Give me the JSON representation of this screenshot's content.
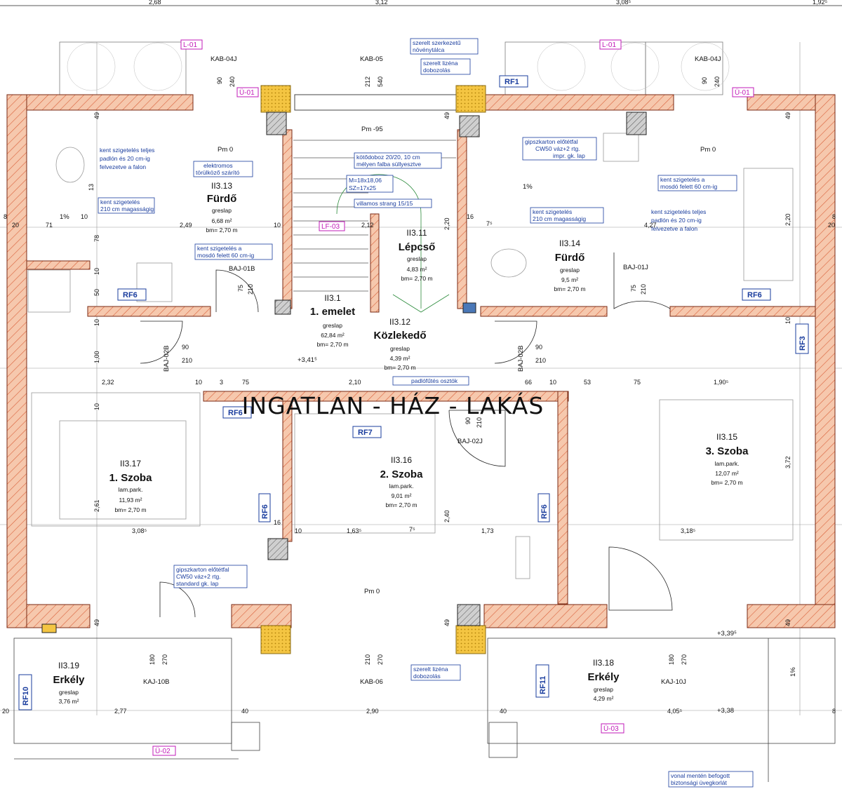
{
  "watermark": "INGATLAN - HÁZ - LAKÁS",
  "top_dims": [
    "2,68",
    "3,12",
    "3,08⁵",
    "1,92⁵"
  ],
  "rooms": {
    "r13": {
      "id": "II3.13",
      "name": "Fürdő",
      "floor": "greslap",
      "area": "6,68 m²",
      "height": "bm= 2,70 m"
    },
    "r11": {
      "id": "II3.11",
      "name": "Lépcső",
      "floor": "greslap",
      "area": "4,83 m²",
      "height": "bm= 2,70 m"
    },
    "r14": {
      "id": "II3.14",
      "name": "Fürdő",
      "floor": "greslap",
      "area": "9,5 m²",
      "height": "bm= 2,70 m"
    },
    "r1": {
      "id": "II3.1",
      "name": "1. emelet",
      "floor": "greslap",
      "area": "62,84 m²",
      "height": "bm= 2,70 m"
    },
    "r12": {
      "id": "II3.12",
      "name": "Közlekedő",
      "floor": "greslap",
      "area": "4,39 m²",
      "height": "bm= 2,70 m"
    },
    "r17": {
      "id": "II3.17",
      "name": "1. Szoba",
      "floor": "lam.park.",
      "area": "11,93 m²",
      "height": "bm= 2,70 m"
    },
    "r16": {
      "id": "II3.16",
      "name": "2. Szoba",
      "floor": "lam.park.",
      "area": "9,01 m²",
      "height": "bm= 2,70 m"
    },
    "r15": {
      "id": "II3.15",
      "name": "3. Szoba",
      "floor": "lam.park.",
      "area": "12,07 m²",
      "height": "bm= 2,70 m"
    },
    "r19": {
      "id": "II3.19",
      "name": "Erkély",
      "floor": "greslap",
      "area": "3,76 m²"
    },
    "r18": {
      "id": "II3.18",
      "name": "Erkély",
      "floor": "greslap",
      "area": "4,29 m²"
    }
  },
  "pink_tags": {
    "l01a": "L-01",
    "l01b": "L-01",
    "u01a": "Ü-01",
    "u01b": "Ü-01",
    "le03": "LF-03",
    "u02": "Ü-02",
    "u03": "Ü-03"
  },
  "rf_tags": {
    "rf1": "RF1",
    "rf6a": "RF6",
    "rf6b": "RF6",
    "rf7": "RF7",
    "rf6c": "RF6",
    "rf6d": "RF6",
    "rf3": "RF3",
    "rf10": "RF10",
    "rf11": "RF11",
    "rf6e": "RF6"
  },
  "codes": {
    "kab04j_l": "KAB-04J",
    "kab05": "KAB-05",
    "kab04j_r": "KAB-04J",
    "baj01b": "BAJ-01B",
    "baj01j": "BAJ-01J",
    "baj02b_l": "BAJ-02B",
    "baj02b_r": "BAJ-02B",
    "baj02j": "BAJ-02J",
    "kaj10b": "KAJ-10B",
    "kab06": "KAB-06",
    "kaj10j": "KAJ-10J",
    "pm0_a": "Pm 0",
    "pm95": "Pm -95",
    "pm0_b": "Pm 0",
    "pm0_c": "Pm 0",
    "lvl341": "+3,41⁵",
    "lvl339": "+3,39⁵",
    "lvl338": "+3,38",
    "slope1": "1%",
    "slope2": "1%",
    "slope3": "1%"
  },
  "notes": {
    "n1a": "szerelt szerkezetű",
    "n1b": "növénytálca",
    "n2a": "szerelt lizéna",
    "n2b": "dobozolás",
    "n3a": "kent szigetelés teljes",
    "n3b": "padlón és 20 cm-ig",
    "n3c": "felvezetve a falon",
    "n4a": "elektromos",
    "n4b": "törülköző szárító",
    "n5a": "kent szigetelés",
    "n5b": "210 cm magasságig",
    "n6a": "kent szigetelés a",
    "n6b": "mosdó felett 60 cm-ig",
    "n7a": "kötődoboz 20/20, 10 cm",
    "n7b": "mélyen falba süllyesztve",
    "n8a": "M=18x18,06",
    "n8b": "SZ=17x25",
    "n9": "villamos strang 15/15",
    "n10a": "gipszkarton előtétfal",
    "n10b": "CW50 váz+2 rtg.",
    "n10c": "impr. gk. lap",
    "n11a": "kent szigetelés a",
    "n11b": "mosdó felett 60 cm-ig",
    "n12a": "kent szigetelés",
    "n12b": "210 cm magasságig",
    "n13a": "kent szigetelés teljes",
    "n13b": "padlón és 20 cm-ig",
    "n13c": "felvezetve a falon",
    "n14": "padlófűtés osztók",
    "n15a": "gipszkarton előtétfal",
    "n15b": "CW50 váz+2 rtg.",
    "n15c": "standard gk. lap",
    "n16a": "szerelt lizéna",
    "n16b": "dobozolás",
    "n17a": "vonal mentén befogott",
    "n17b": "biztonsági üvegkorlát"
  },
  "dims": {
    "d_249": "2,49",
    "d_71": "71",
    "d_10a": "10",
    "d_20a": "20",
    "d_8a": "8",
    "d_212": "2,12",
    "d_10b": "10",
    "d_16a": "16",
    "d_75a": "7⁵",
    "d_427": "4,27",
    "d_8b": "8",
    "d_20b": "20",
    "d_232": "2,32",
    "d_10c": "10",
    "d_3": "3",
    "d_75b": "75",
    "d_210a": "2,10",
    "d_66": "66",
    "d_10d": "10",
    "d_53": "53",
    "d_75c": "75",
    "d_190": "1,90⁵",
    "d_308": "3,08⁵",
    "d_10e": "10",
    "d_163": "1,63⁵",
    "d_75d": "7⁵",
    "d_173": "1,73",
    "d_318": "3,18⁵",
    "d_277": "2,77",
    "d_40a": "40",
    "d_290": "2,90",
    "d_40b": "40",
    "d_405": "4,05⁵",
    "d_20c": "20",
    "d_8c": "8",
    "v_90a": "90",
    "v_240a": "240",
    "v_212": "212",
    "v_540": "540",
    "v_90b": "90",
    "v_240b": "240",
    "v_75a": "75",
    "v_210a": "210",
    "v_75b": "75",
    "v_210b": "210",
    "h_90a": "90",
    "h_210a": "210",
    "h_90b": "90",
    "h_210b": "210",
    "v_90c": "90",
    "v_210c": "210",
    "v_180a": "180",
    "v_270a": "270",
    "v_210d": "210",
    "v_270b": "270",
    "v_180b": "180",
    "v_270c": "270",
    "l_49a": "49",
    "l_78": "78",
    "l_10a": "10",
    "l_50": "50",
    "l_10b": "10",
    "l_100": "1,00",
    "l_10c": "10",
    "l_261": "2,61",
    "l_49b": "49",
    "m_220a": "2,20",
    "m_240": "2,40",
    "m_49a": "49",
    "m_49b": "49",
    "r_49a": "49",
    "r_220": "2,20",
    "r_10": "10",
    "r_372": "3,72",
    "r_49b": "49",
    "s_113": "13",
    "s_16": "16"
  }
}
